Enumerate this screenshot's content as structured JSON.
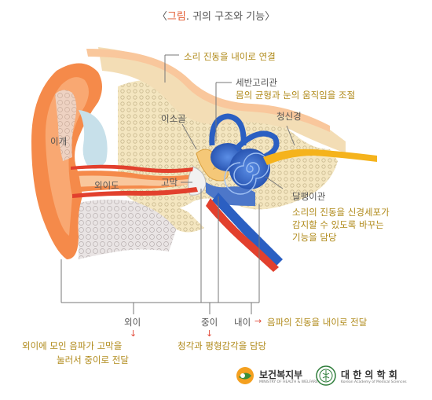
{
  "title": {
    "bracket_open": "〈",
    "label": "그림",
    "rest": ". 귀의 구조와 기능",
    "bracket_close": "〉"
  },
  "labels": {
    "pinna": "이개",
    "ear_canal": "외이도",
    "eardrum": "고막",
    "ossicles": "이소골",
    "semicircular": "세반고리관",
    "auditory_nerve": "청신경",
    "cochlea": "달팽이관",
    "outer_ear": "외이",
    "middle_ear": "중이",
    "inner_ear": "내이"
  },
  "descriptions": {
    "inner_ear_top": "소리 진동을 내이로 연결",
    "semicircular_1": "몸의 균형과 눈의 움직임을 조절",
    "cochlea_1": "소리의 진동을 신경세포가",
    "cochlea_2": "감지할 수 있도록 바꾸는",
    "cochlea_3": "기능을 담당",
    "outer_ear_1": "외이에 모인 음파가 고막을",
    "outer_ear_2": "눌러서 중이로 전달",
    "middle_ear_1": "청각과 평형감각을 담당",
    "inner_ear_1": "음파의 진동을 내이로 전달"
  },
  "arrows": {
    "down": "↓",
    "right": "→"
  },
  "logos": {
    "ministry": "보건복지부",
    "ministry_sub": "MINISTRY OF HEALTH & WELFARE",
    "academy": "대 한 의 학 회",
    "academy_sub": "Korean Academy of Medical Sciences"
  },
  "colors": {
    "skin": "#f58a4a",
    "cartilage": "#f9c79c",
    "bone": "#f4e6c0",
    "cochlea": "#2b5fc2",
    "nerve": "#f5b31c",
    "tube_red": "#e2402d",
    "accent": "#e2562b",
    "desc_text": "#b08a1a"
  }
}
